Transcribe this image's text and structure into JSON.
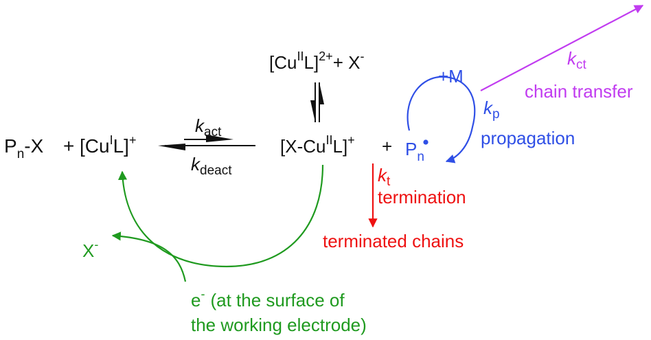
{
  "colors": {
    "black": "#111111",
    "green": "#1f9a1f",
    "blue": "#2f4fe6",
    "red": "#ee1111",
    "purple": "#c13cf0"
  },
  "left_species": {
    "p": "P",
    "p_sub": "n",
    "p_rest": "-X",
    "plus": "+",
    "cu_open": "[Cu",
    "cu_ox": "I",
    "cu_close": "L]",
    "cu_charge": "+"
  },
  "equilibrium": {
    "k": "k",
    "act": "act",
    "deact": "deact"
  },
  "top_species": {
    "open": "[Cu",
    "ox": "II",
    "close": "L]",
    "charge": "2+",
    "plus_x": "+ X",
    "x_charge": "-"
  },
  "center_species": {
    "open": "[X-Cu",
    "ox": "II",
    "close": "L]",
    "charge": "+",
    "plus": "+"
  },
  "radical": {
    "p": "P",
    "sub": "n"
  },
  "propagation": {
    "monomer": "+M",
    "k": "k",
    "k_sub": "p",
    "label": "propagation"
  },
  "chain_transfer": {
    "k": "k",
    "k_sub": "ct",
    "label": "chain transfer"
  },
  "termination": {
    "k": "k",
    "k_sub": "t",
    "label": "termination",
    "product": "terminated chains"
  },
  "electrochem": {
    "x": "X",
    "x_charge": "-",
    "e": "e",
    "e_charge": "-",
    "line1": "(at the surface of",
    "line2": "the working electrode)"
  }
}
